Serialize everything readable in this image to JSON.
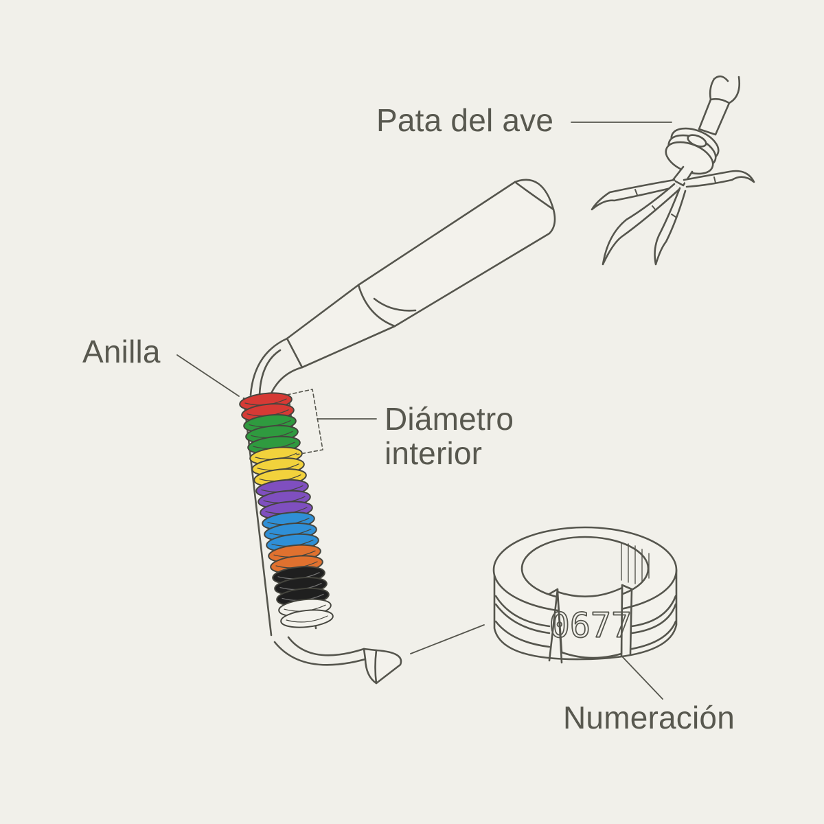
{
  "labels": {
    "pata": "Pata del ave",
    "anilla": "Anilla",
    "diametro_line1": "Diámetro",
    "diametro_line2": "interior",
    "numeracion": "Numeración"
  },
  "ring_number": "0677",
  "colors": {
    "background": "#f1f0ea",
    "line": "#55554d",
    "label": "#58584f",
    "fill": "#f3f2ec",
    "rings": [
      "#d63a35",
      "#2f9a3f",
      "#f2d23c",
      "#7f4fbf",
      "#2f8fd6",
      "#e0712f",
      "#1f1f1f",
      "#f3f2ec"
    ]
  },
  "icons": [
    "bird-leg-icon",
    "ring-applicator-icon",
    "leg-band-icon"
  ]
}
